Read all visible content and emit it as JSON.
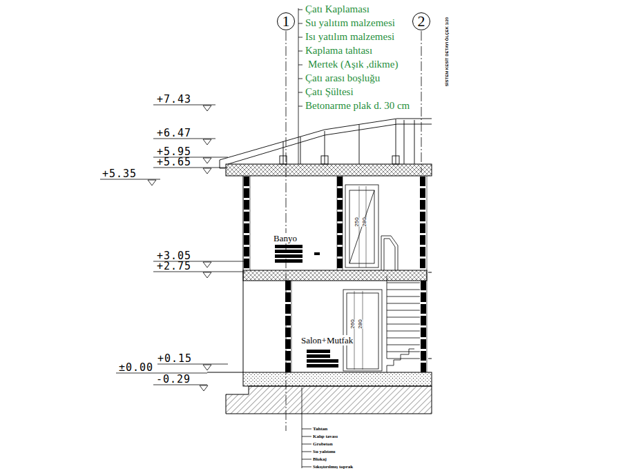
{
  "diagram": {
    "nodes": [
      {
        "text": [
          "1"
        ]
      },
      {
        "text": [
          "2"
        ]
      }
    ],
    "labels": [
      "Çatı Kaplaması",
      "Su yalıtım malzemesi",
      "Isı yatılım malzemesi",
      "Kaplama tahtası",
      "Mertek (Aşık ,dikme)",
      "Çatı arası boşluğu",
      "Çatı Şültesi",
      "Betonarme plak d. 30 cm",
      "SİSTEM KESİT DETAYI ÖLÇEK 1/20",
      "+7.43",
      "+6.47",
      "+5.95",
      "+5.65",
      "+5.35",
      "+3.05",
      "+2.75",
      "+0.15",
      "±0.00",
      "-0.29",
      "Banyo",
      "Salon+Mutfak",
      "250",
      "280",
      "260",
      "280",
      "Tahtan",
      "Kalıp tavası",
      "Grobeton",
      "Su yalıtımı",
      "Blokaj",
      "Sıkıştırılmış toprak"
    ]
  }
}
